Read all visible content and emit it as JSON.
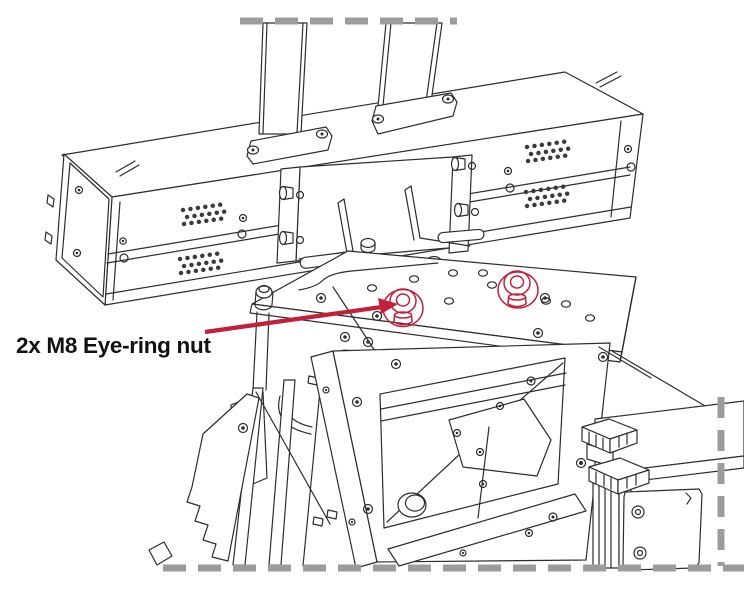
{
  "annotation": {
    "label": "2x M8 Eye-ring nut",
    "quantity": "2x",
    "spec": "M8",
    "part": "Eye-ring nut"
  },
  "colors": {
    "annotation_red": "#c41f39",
    "dash_gray": "#9c9c9c",
    "line": "#2d2d2d",
    "background": "#ffffff"
  },
  "drawing": {
    "type": "isometric-line-drawing",
    "parts": [
      "hanging-straps",
      "light-bar",
      "mounting-bracket",
      "top-plate",
      "eye-ring-nut-left",
      "eye-ring-nut-right",
      "support-frame",
      "left-support-legs",
      "truss-arm",
      "continuation-dashes"
    ]
  }
}
